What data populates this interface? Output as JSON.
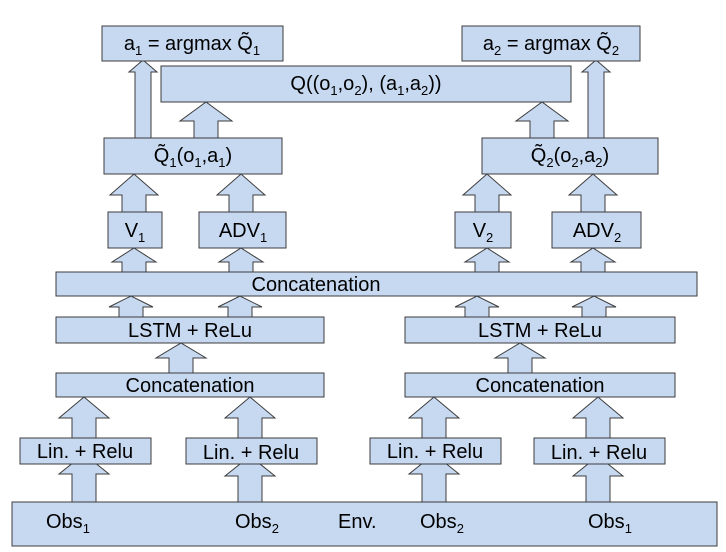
{
  "diagram": {
    "action_1": {
      "lhs": "a",
      "sub": "1",
      "rhs": "= argmax Q̃",
      "rsub": "1"
    },
    "action_2": {
      "lhs": "a",
      "sub": "2",
      "rhs": "= argmax Q̃",
      "rsub": "2"
    },
    "joint_q": {
      "p1": "Q((o",
      "s1": "1",
      "p2": ",o",
      "s2": "2",
      "p3": "), (a",
      "s3": "1",
      "p4": ",a",
      "s4": "2",
      "p5": "))"
    },
    "q1": {
      "p1": "Q̃",
      "s1": "1",
      "p2": "(o",
      "s2": "1",
      "p3": ",a",
      "s3": "1",
      "p4": ")"
    },
    "q2": {
      "p1": "Q̃",
      "s1": "2",
      "p2": "(o",
      "s2": "2",
      "p3": ",a",
      "s3": "2",
      "p4": ")"
    },
    "v1": {
      "p": "V",
      "s": "1"
    },
    "adv1": {
      "p": "ADV",
      "s": "1"
    },
    "v2": {
      "p": "V",
      "s": "2"
    },
    "adv2": {
      "p": "ADV",
      "s": "2"
    },
    "concat_top": "Concatenation",
    "lstm_left": "LSTM + ReLu",
    "lstm_right": "LSTM + ReLu",
    "concat_left": "Concatenation",
    "concat_right": "Concatenation",
    "lin_1": "Lin. + Relu",
    "lin_2": "Lin. + Relu",
    "lin_3": "Lin. + Relu",
    "lin_4": "Lin. + Relu",
    "env": {
      "obs_a": {
        "p": "Obs",
        "s": "1"
      },
      "obs_b": {
        "p": "Obs",
        "s": "2"
      },
      "env_label": "Env.",
      "obs_c": {
        "p": "Obs",
        "s": "2"
      },
      "obs_d": {
        "p": "Obs",
        "s": "1"
      }
    },
    "colors": {
      "box_fill": "#c6d9f1",
      "stroke": "#3c3c3c",
      "text": "#000000"
    }
  }
}
